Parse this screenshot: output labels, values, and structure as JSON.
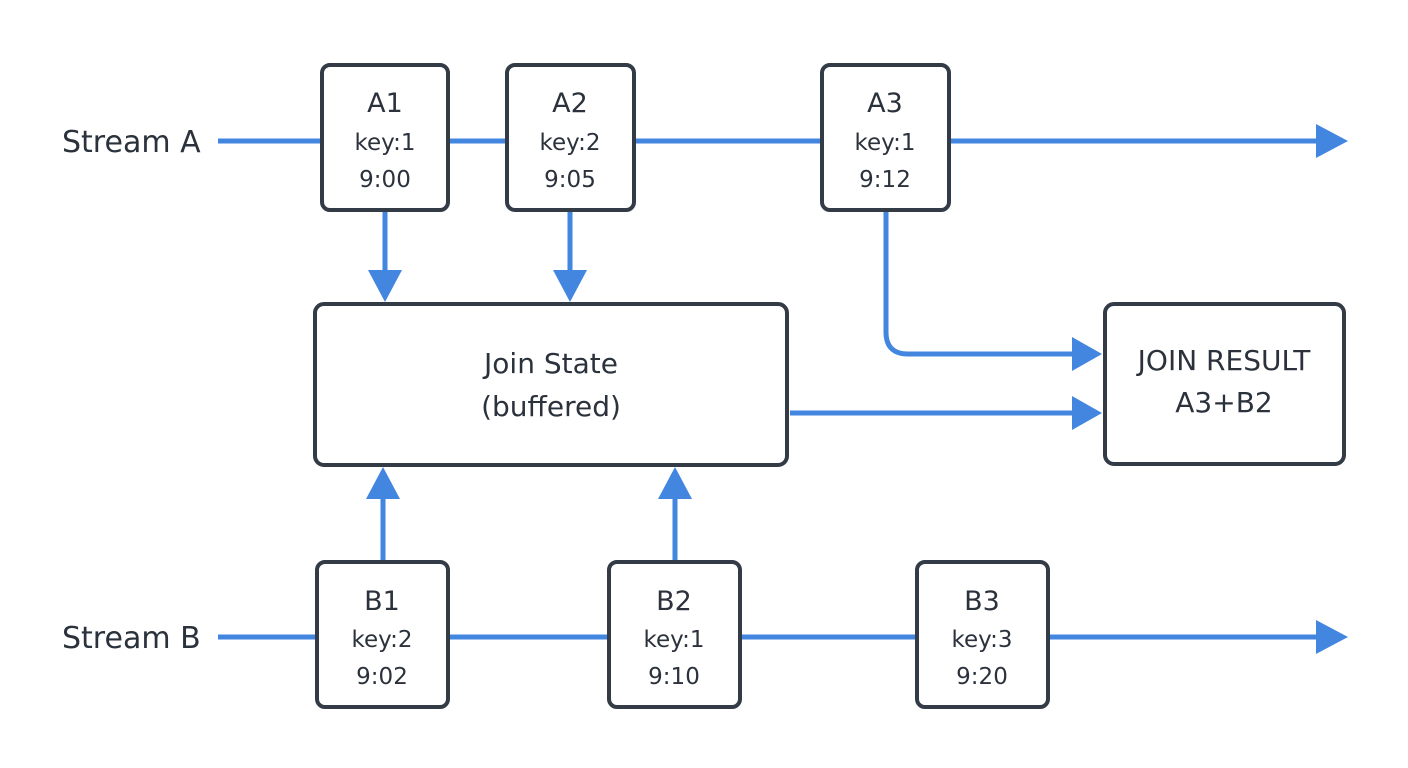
{
  "streams": {
    "a": {
      "label": "Stream A",
      "events": [
        {
          "name": "A1",
          "key": "key:1",
          "time": "9:00"
        },
        {
          "name": "A2",
          "key": "key:2",
          "time": "9:05"
        },
        {
          "name": "A3",
          "key": "key:1",
          "time": "9:12"
        }
      ]
    },
    "b": {
      "label": "Stream B",
      "events": [
        {
          "name": "B1",
          "key": "key:2",
          "time": "9:02"
        },
        {
          "name": "B2",
          "key": "key:1",
          "time": "9:10"
        },
        {
          "name": "B3",
          "key": "key:3",
          "time": "9:20"
        }
      ]
    }
  },
  "join_state": {
    "line1": "Join State",
    "line2": "(buffered)"
  },
  "join_result": {
    "line1": "JOIN RESULT",
    "line2": "A3+B2"
  },
  "colors": {
    "flow": "#4286e0",
    "box_border": "#333b47",
    "text": "#2b323c"
  }
}
